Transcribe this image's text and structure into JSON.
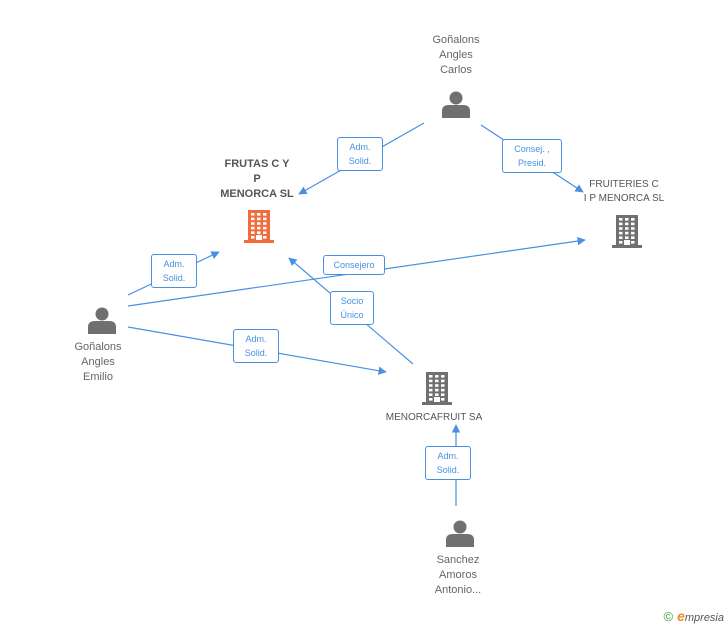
{
  "nodes": {
    "carlos": {
      "type": "person",
      "lines": [
        "Goñalons",
        "Angles",
        "Carlos"
      ]
    },
    "emilio": {
      "type": "person",
      "lines": [
        "Goñalons",
        "Angles",
        "Emilio"
      ]
    },
    "antonio": {
      "type": "person",
      "lines": [
        "Sanchez",
        "Amoros",
        "Antonio..."
      ]
    },
    "frutas": {
      "type": "company-main",
      "lines": [
        "FRUTAS C Y",
        "P",
        "MENORCA SL"
      ]
    },
    "fruiteries": {
      "type": "company",
      "lines": [
        "FRUITERIES C",
        "I P MENORCA SL"
      ]
    },
    "menorcafruit": {
      "type": "company",
      "lines": [
        "MENORCAFRUIT SA"
      ]
    }
  },
  "edges": [
    {
      "from": "carlos",
      "to": "frutas",
      "label": [
        "Adm.",
        "Solid."
      ]
    },
    {
      "from": "carlos",
      "to": "fruiteries",
      "label": [
        "Consej. ,",
        "Presid."
      ]
    },
    {
      "from": "emilio",
      "to": "frutas",
      "label": [
        "Adm.",
        "Solid."
      ]
    },
    {
      "from": "emilio",
      "to": "fruiteries",
      "label": [
        "Consejero"
      ]
    },
    {
      "from": "emilio",
      "to": "menorcafruit",
      "label": [
        "Adm.",
        "Solid."
      ]
    },
    {
      "from": "menorcafruit",
      "to": "frutas",
      "label": [
        "Socio",
        "Único"
      ]
    },
    {
      "from": "antonio",
      "to": "menorcafruit",
      "label": [
        "Adm.",
        "Solid."
      ]
    }
  ],
  "colors": {
    "edge": "#4a90e2",
    "person_icon": "#707070",
    "company_icon": "#707070",
    "company_main_icon": "#f26b3a"
  },
  "footer": {
    "copyright_symbol": "©",
    "brand_initial": "e",
    "brand_rest": "mpresia"
  }
}
